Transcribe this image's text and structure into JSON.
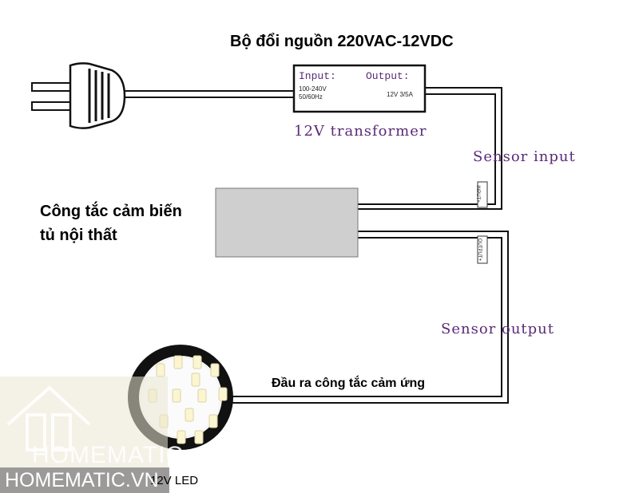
{
  "labels": {
    "adapter_title": "Bộ đổi nguồn 220VAC-12VDC",
    "input_label": "Input:",
    "input_spec_1": "100-240V",
    "input_spec_2": "50/60Hz",
    "output_label": "Output:",
    "output_spec": "12V 3/5A",
    "transformer": "12V transformer",
    "sensor_input": "Sensor input",
    "sensor_output": "Sensor output",
    "switch_line1": "Công tắc cảm biến",
    "switch_line2": "tủ nội thất",
    "input_tag": "INPUT+",
    "output_tag": "OUTPUT+",
    "sensor_out_caption": "Đầu ra công tắc cảm ứng",
    "led_label": "12V LED"
  },
  "watermark": {
    "logo_text": "HOMEMATIC",
    "site": "HOMEMATIC.VN"
  },
  "colors": {
    "purple": "#5a2a78",
    "switch_box": "#cfcfcf",
    "wire": "#111111"
  }
}
